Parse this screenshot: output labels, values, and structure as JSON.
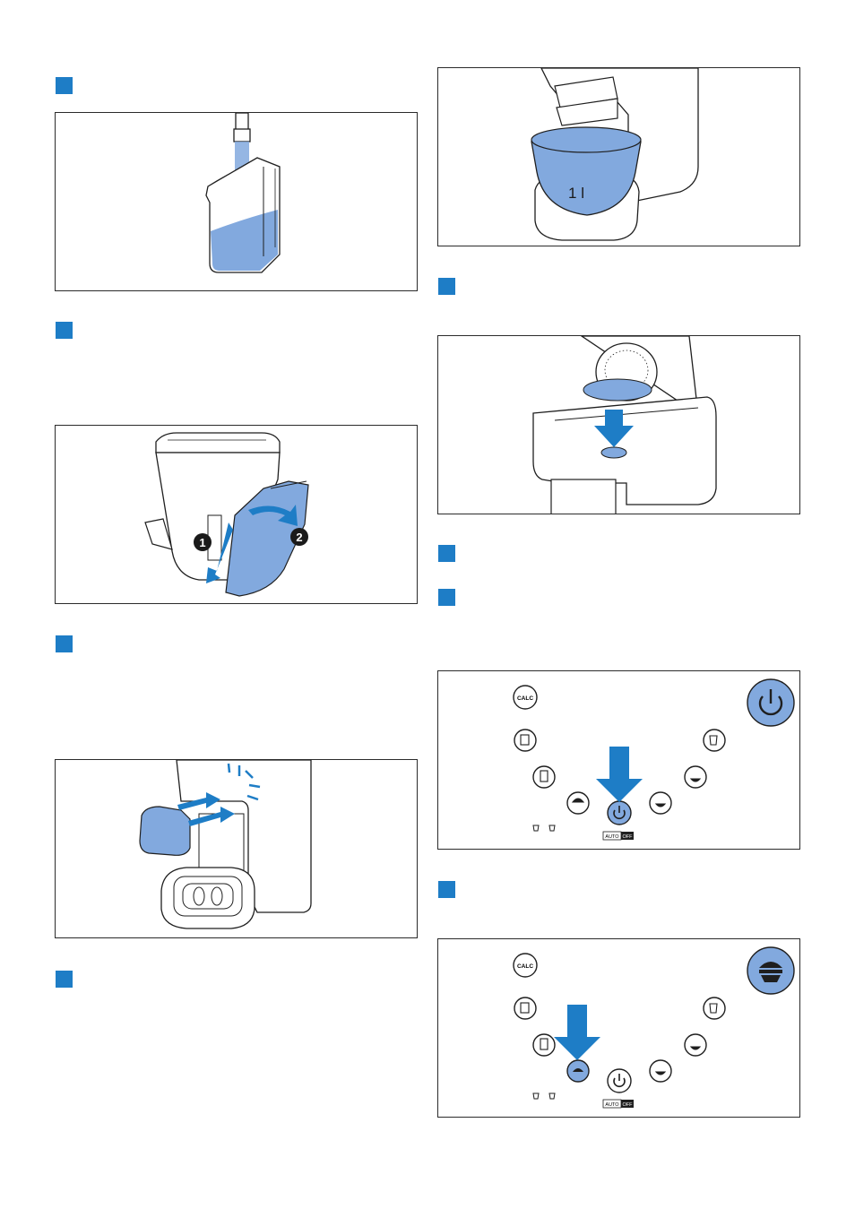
{
  "panels": {
    "cup_marking": "1 l",
    "step2_numbers": [
      "1",
      "2"
    ],
    "control_panel": {
      "calc_label": "CALC",
      "auto_label": "AUTO",
      "off_label": "OFF"
    }
  },
  "colors": {
    "accent_blue": "#1e7dc6",
    "water_blue": "#82a9de",
    "line": "#1f1f1f"
  },
  "icons": [
    "water-tap-icon",
    "water-tank-icon",
    "machine-icon",
    "coffee-holder-icon",
    "calc-button-icon",
    "power-button-icon",
    "coffee-button-icon",
    "arrow-down-icon"
  ]
}
